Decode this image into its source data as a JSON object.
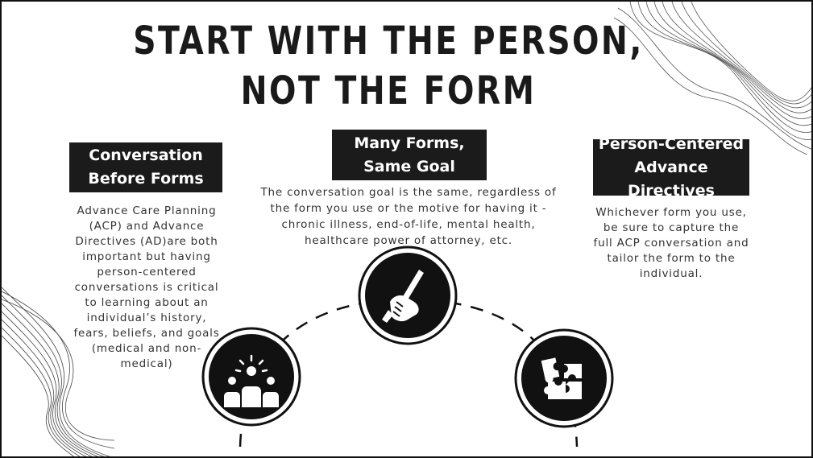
{
  "title": {
    "line1": "START WITH THE PERSON,",
    "line2": "NOT THE FORM"
  },
  "sections": [
    {
      "heading_line1": "Conversation",
      "heading_line2": "Before Forms",
      "body": "Advance Care Planning (ACP) and Advance Directives (AD)are both important but having person-centered conversations is critical to learning about an individual’s history, fears, beliefs, and goals (medical and non-medical)"
    },
    {
      "heading_line1": "Many Forms,",
      "heading_line2": "Same Goal",
      "body": "The conversation goal is the same, regardless of the form you use or the motive for having it - chronic illness, end-of-life, mental health, healthcare power of attorney, etc."
    },
    {
      "heading_line1": "Person-Centered",
      "heading_line2": "Advance Directives",
      "body": "Whichever form you use, be sure to capture the full ACP conversation and tailor the form to the individual."
    }
  ],
  "icons": {
    "left": "people-group-icon",
    "center": "hand-writing-pen-icon",
    "right": "puzzle-pieces-icon"
  },
  "colors": {
    "label_background": "#1b1b1b",
    "label_text": "#ffffff",
    "icon_circle": "#111111"
  }
}
